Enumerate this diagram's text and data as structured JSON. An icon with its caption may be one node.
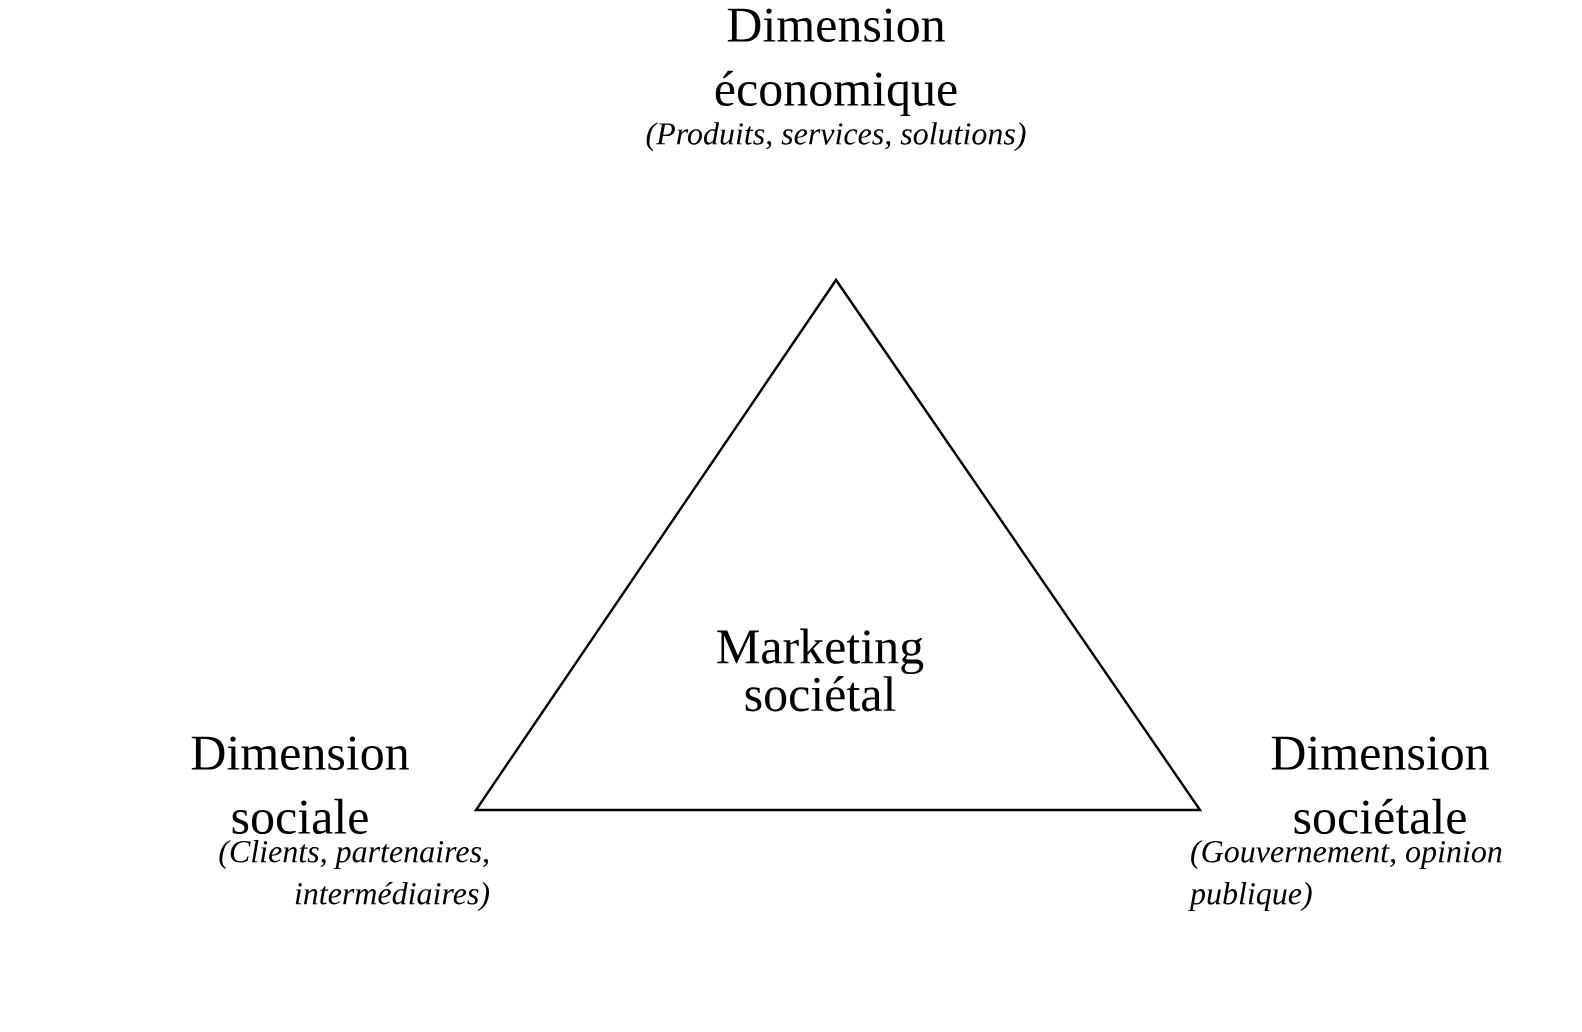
{
  "diagram": {
    "nodes": [
      {
        "text": [
          "Dimension économique",
          "(Produits, services, solutions)"
        ]
      },
      {
        "text": [
          "Marketing sociétal"
        ]
      },
      {
        "text": [
          "Dimension sociale",
          "(Clients, partenaires, intermédiaires)"
        ]
      },
      {
        "text": [
          "Dimension sociétale",
          "(Gouvernement, opinion publique)"
        ]
      }
    ]
  }
}
